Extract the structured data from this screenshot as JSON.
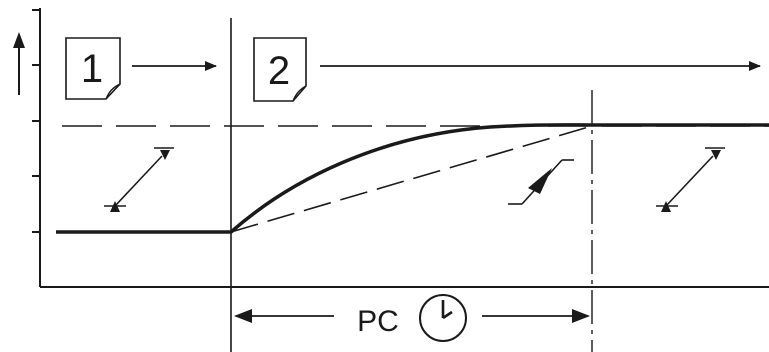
{
  "steps": {
    "first": "1",
    "second": "2"
  },
  "duration_label": "PC",
  "icons": {
    "step_document": "page-with-folded-corner-icon",
    "clock": "clock-icon",
    "ramp": "ramp-setpoint-symbol-icon"
  },
  "colors": {
    "ink": "#1a1a1a",
    "background": "#ffffff"
  }
}
